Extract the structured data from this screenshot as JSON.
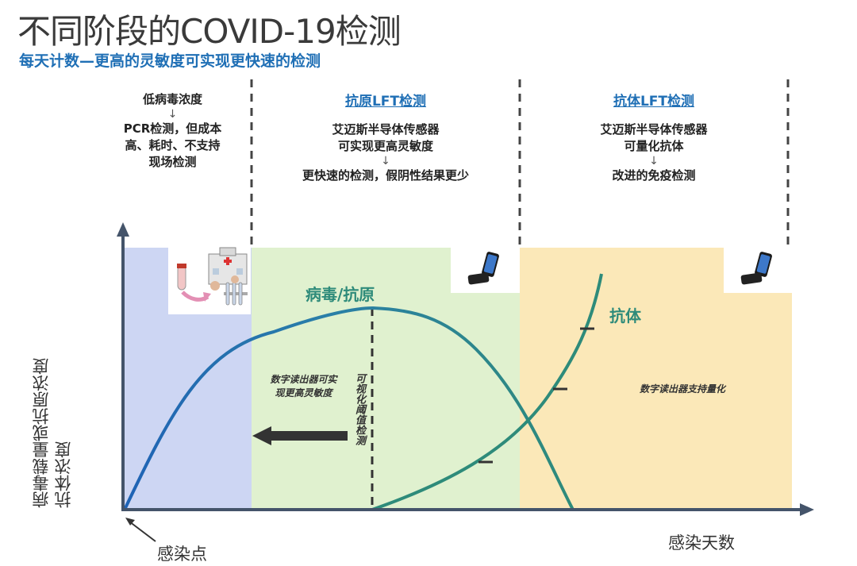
{
  "title": "不同阶段的COVID-19检测",
  "subtitle": "每天计数—更高的灵敏度可实现更快速的检测",
  "columns": [
    {
      "lines": [
        "低病毒浓度"
      ],
      "arrow": "↓",
      "after": [
        "PCR检测，但成本",
        "高、耗时、不支持",
        "现场检测"
      ]
    },
    {
      "heading": "抗原LFT检测",
      "lines": [
        "艾迈斯半导体传感器",
        "可实现更高灵敏度"
      ],
      "arrow": "↓",
      "after": [
        "更快速的检测，假阴性结果更少"
      ]
    },
    {
      "heading": "抗体LFT检测",
      "lines": [
        "艾迈斯半导体传感器",
        "可量化抗体"
      ],
      "arrow": "↓",
      "after": [
        "改进的免疫检测"
      ]
    }
  ],
  "y_axis_label": [
    "病毒载量或抗原浓度",
    "抗体浓度"
  ],
  "x_axis_label": "感染天数",
  "origin_label": "感染点",
  "curves": {
    "virus_label": "病毒/抗原",
    "antibody_label": "抗体"
  },
  "threshold_label": "可视化阈值检测",
  "notes": {
    "antigen": [
      "数字读出器可实",
      "现更高灵敏度"
    ],
    "antibody": "数字读出器支持量化"
  },
  "colors": {
    "title": "#3a3a3a",
    "subtitle": "#1f6fb5",
    "zone_pcr": "#cdd6f3",
    "zone_antigen": "#e0f1cf",
    "zone_antibody": "#fbe8b8",
    "virus_curve_start": "#1f63b5",
    "virus_curve_end": "#2e8b7a",
    "antibody_curve": "#2e8b7a",
    "axis": "#44546a"
  },
  "icons": {
    "pcr": "lab-test-icon",
    "antigen": "phone-reader-icon",
    "antibody": "phone-reader-icon"
  }
}
